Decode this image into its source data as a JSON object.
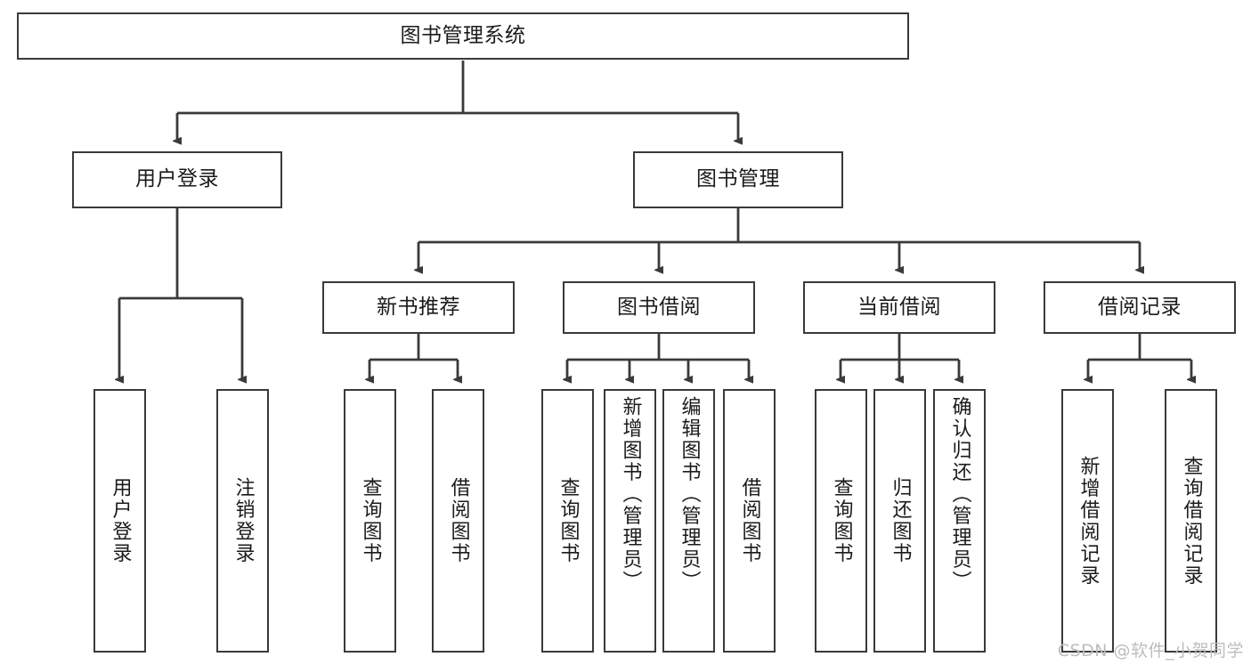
{
  "diagram": {
    "title": "图书管理系统",
    "type": "function-hierarchy-tree",
    "root": {
      "id": "root",
      "label": "图书管理系统"
    },
    "level2": [
      {
        "id": "user-login",
        "label": "用户登录"
      },
      {
        "id": "book-management",
        "label": "图书管理"
      }
    ],
    "level3": [
      {
        "id": "new-book-recommend",
        "label": "新书推荐",
        "parent": "book-management"
      },
      {
        "id": "book-borrow",
        "label": "图书借阅",
        "parent": "book-management"
      },
      {
        "id": "current-borrow",
        "label": "当前借阅",
        "parent": "book-management"
      },
      {
        "id": "borrow-record",
        "label": "借阅记录",
        "parent": "book-management"
      }
    ],
    "leaves": [
      {
        "id": "leaf-user-login",
        "label": "用户登录",
        "parent": "user-login"
      },
      {
        "id": "leaf-logout-login",
        "label": "注销登录",
        "parent": "user-login"
      },
      {
        "id": "leaf-query-book-1",
        "label": "查询图书",
        "parent": "new-book-recommend"
      },
      {
        "id": "leaf-borrow-book-1",
        "label": "借阅图书",
        "parent": "new-book-recommend"
      },
      {
        "id": "leaf-query-book-2",
        "label": "查询图书",
        "parent": "book-borrow"
      },
      {
        "id": "leaf-add-book",
        "label": "新增图书（管理员）",
        "parent": "book-borrow"
      },
      {
        "id": "leaf-edit-book",
        "label": "编辑图书（管理员）",
        "parent": "book-borrow"
      },
      {
        "id": "leaf-borrow-book-2",
        "label": "借阅图书",
        "parent": "book-borrow"
      },
      {
        "id": "leaf-query-book-3",
        "label": "查询图书",
        "parent": "current-borrow"
      },
      {
        "id": "leaf-return-book",
        "label": "归还图书",
        "parent": "current-borrow"
      },
      {
        "id": "leaf-confirm-return",
        "label": "确认归还（管理员）",
        "parent": "current-borrow"
      },
      {
        "id": "leaf-add-record",
        "label": "新增借阅记录",
        "parent": "borrow-record"
      },
      {
        "id": "leaf-query-record",
        "label": "查询借阅记录",
        "parent": "borrow-record"
      }
    ],
    "colors": {
      "stroke": "#3a3a3a",
      "fill": "#ffffff",
      "text": "#1b1b1b",
      "watermark": "#bdbdbd"
    }
  },
  "watermark": {
    "text": "CSDN @软件_小贺同学"
  }
}
